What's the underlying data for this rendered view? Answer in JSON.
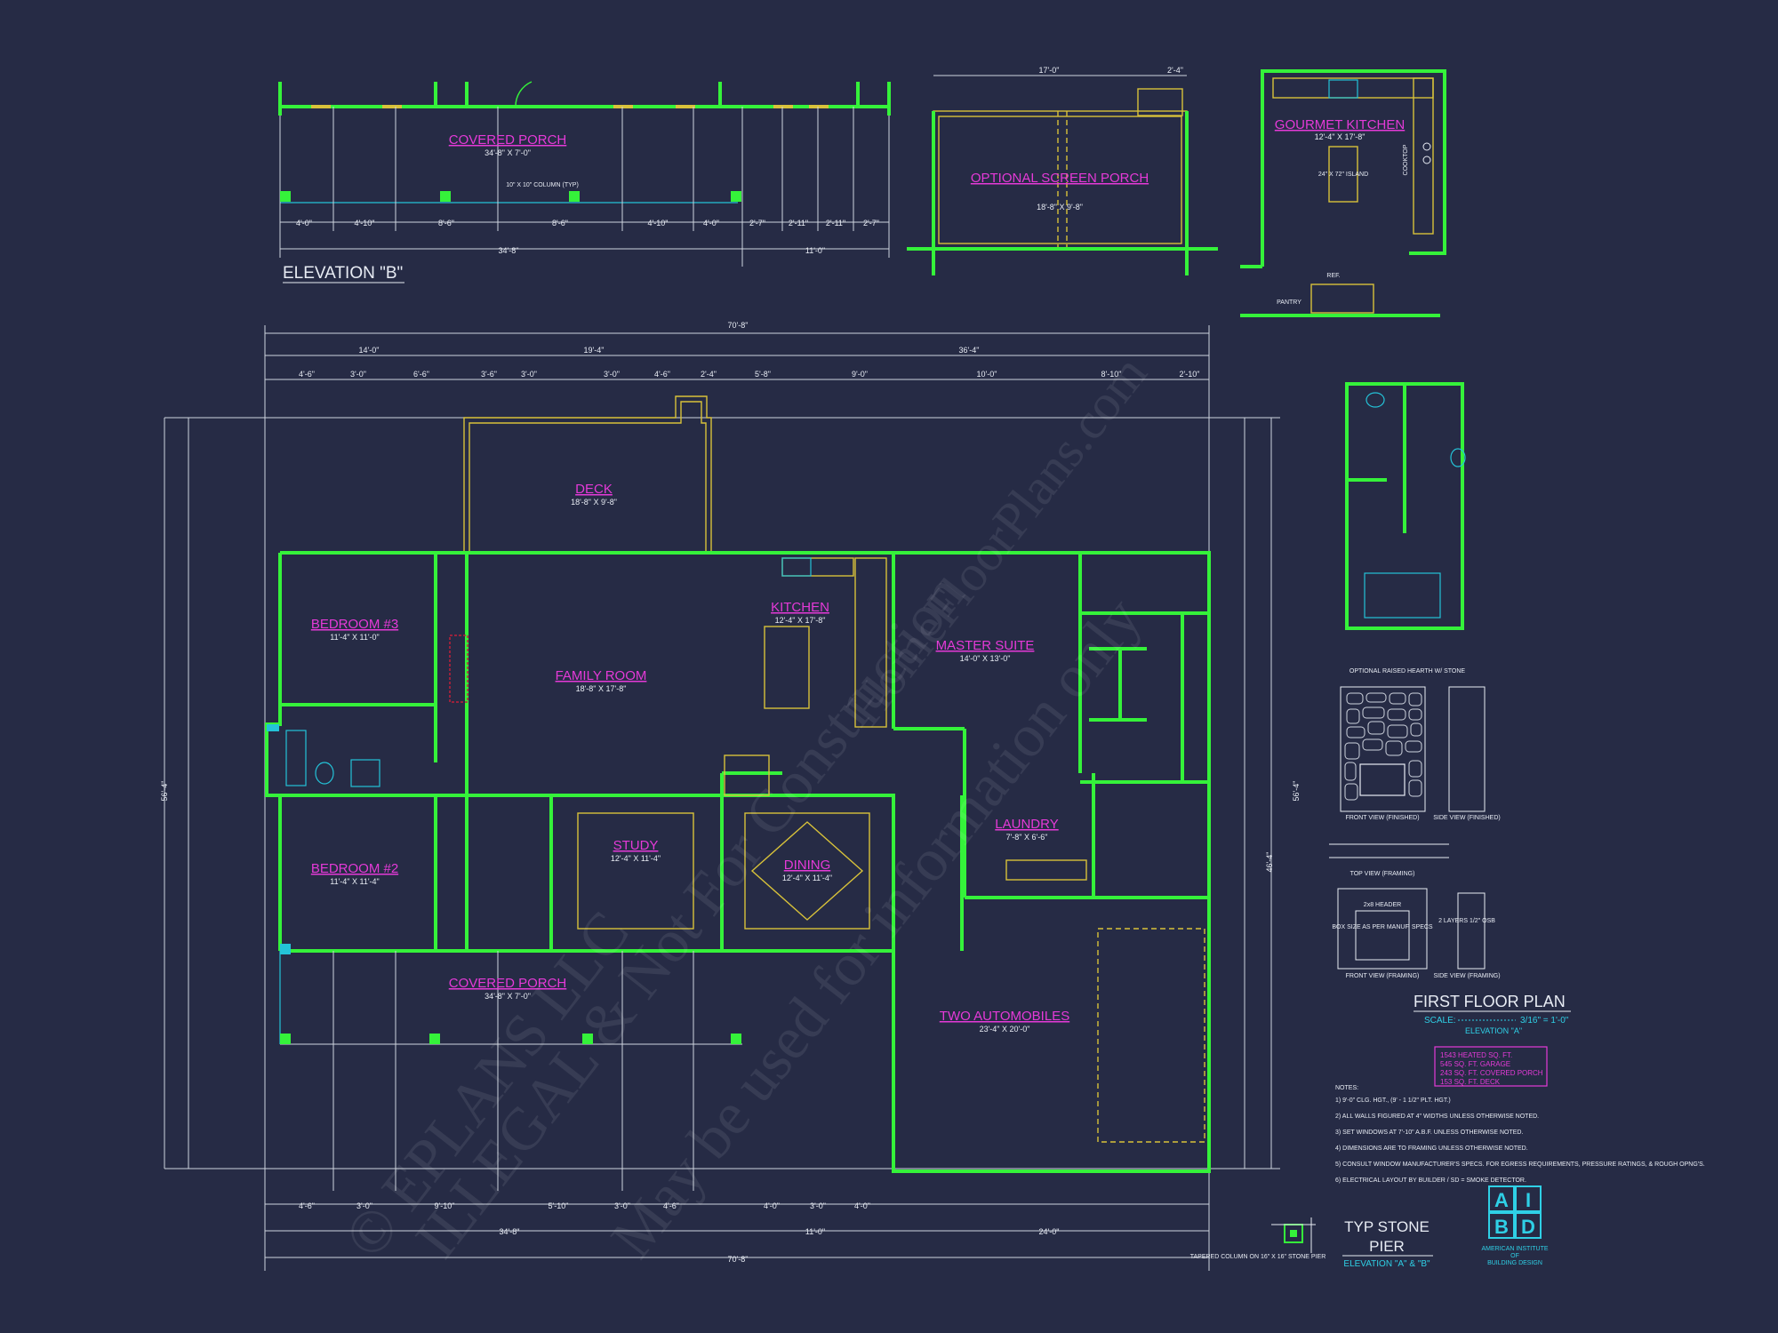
{
  "elevation_b": {
    "title": "ELEVATION \"B\"",
    "porch_name": "COVERED PORCH",
    "porch_size": "34'-8\" X 7'-0\"",
    "dims_bottom": [
      "4'-0\"",
      "4'-10\"",
      "8'-6\"",
      "8'-6\"",
      "4'-10\"",
      "4'-0\"",
      "2'-7\"",
      "2'-11\"",
      "2'-11\"",
      "2'-7\""
    ],
    "total_left": "34'-8\"",
    "total_right": "11'-0\"",
    "column_note": "10\" X 10\" COLUMN (TYP)"
  },
  "screen_porch": {
    "name": "OPTIONAL SCREEN PORCH",
    "size": "18'-8\" X 9'-8\"",
    "top_dim": "17'-0\"",
    "side_dim": "2'-4\""
  },
  "gourmet_kitchen": {
    "name": "GOURMET KITCHEN",
    "size": "12'-4\" X 17'-8\"",
    "island": "24\" X 72\" ISLAND",
    "pantry": "PANTRY",
    "ref": "REF.",
    "cooktop": "COOKTOP"
  },
  "rooms": {
    "deck": {
      "name": "DECK",
      "size": "18'-8\" X 9'-8\""
    },
    "bedroom3": {
      "name": "BEDROOM #3",
      "size": "11'-4\" X 11'-0\""
    },
    "family": {
      "name": "FAMILY ROOM",
      "size": "18'-8\" X 17'-8\""
    },
    "kitchen": {
      "name": "KITCHEN",
      "size": "12'-4\" X 17'-8\""
    },
    "master": {
      "name": "MASTER SUITE",
      "size": "14'-0\" X 13'-0\""
    },
    "laundry": {
      "name": "LAUNDRY",
      "size": "7'-8\" X 6'-6\""
    },
    "bedroom2": {
      "name": "BEDROOM #2",
      "size": "11'-4\" X 11'-4\""
    },
    "study": {
      "name": "STUDY",
      "size": "12'-4\" X 11'-4\""
    },
    "dining": {
      "name": "DINING",
      "size": "12'-4\" X 11'-4\""
    },
    "porch": {
      "name": "COVERED PORCH",
      "size": "34'-8\" X 7'-0\""
    },
    "garage": {
      "name": "TWO AUTOMOBILES",
      "size": "23'-4\" X 20'-0\""
    }
  },
  "plan_dims": {
    "overall": "70'-8\"",
    "top_row2": [
      "14'-0\"",
      "19'-4\"",
      "36'-4\""
    ],
    "top_row3": [
      "4'-6\"",
      "3'-0\"",
      "6'-6\"",
      "3'-6\"",
      "3'-0\"",
      "3'-0\"",
      "4'-6\"",
      "2'-4\"",
      "5'-8\"",
      "9'-0\"",
      "10'-0\"",
      "8'-10\"",
      "2'-10\""
    ],
    "bottom_row": [
      "4'-6\"",
      "3'-0\"",
      "9'-10\"",
      "5'-10\"",
      "3'-0\"",
      "4'-6\"",
      "4'-0\"",
      "3'-0\"",
      "4'-0\""
    ],
    "bottom_totals": [
      "34'-8\"",
      "11'-0\"",
      "24'-0\""
    ],
    "left_total": "56'-4\"",
    "right_total": "56'-4\"",
    "right_partial": "46'-4\""
  },
  "fireplace": {
    "title": "OPTIONAL RAISED HEARTH W/ STONE",
    "labels": [
      "FRONT VIEW (FINISHED)",
      "SIDE VIEW (FINISHED)",
      "TOP VIEW (FRAMING)",
      "FRONT VIEW (FRAMING)",
      "SIDE VIEW (FRAMING)",
      "2x8 HEADER",
      "BOX SIZE AS PER MANUF. SPECS",
      "2 LAYERS 1/2\" OSB"
    ]
  },
  "plan_title": {
    "title": "FIRST FLOOR PLAN",
    "scale_label": "SCALE:",
    "scale": "3/16\" = 1'-0\"",
    "elevation": "ELEVATION \"A\""
  },
  "areas": [
    "1543 HEATED SQ. FT.",
    "545 SQ. FT. GARAGE",
    "243 SQ. FT. COVERED PORCH",
    "153 SQ. FT. DECK"
  ],
  "notes": {
    "heading": "NOTES:",
    "items": [
      "1) 9'-0\" CLG. HGT., (9' - 1 1/2\" PLT. HGT.)",
      "2) ALL WALLS FIGURED AT 4\" WIDTHS UNLESS OTHERWISE NOTED.",
      "3) SET WINDOWS AT 7'-10\" A.B.F. UNLESS OTHERWISE NOTED.",
      "4) DIMENSIONS ARE TO FRAMING UNLESS OTHERWISE NOTED.",
      "5) CONSULT WINDOW MANUFACTURER'S SPECS. FOR EGRESS REQUIREMENTS, PRESSURE RATINGS, & ROUGH OPNG'S.",
      "6) ELECTRICAL LAYOUT BY BUILDER / SD = SMOKE DETECTOR."
    ]
  },
  "pier": {
    "title_1": "TYP STONE",
    "title_2": "PIER",
    "sub": "ELEVATION \"A\" & \"B\"",
    "note": "TAPERED COLUMN ON 16\" X 16\" STONE PIER"
  },
  "logo": {
    "letters": [
      "A",
      "I",
      "B",
      "D"
    ],
    "org_1": "AMERICAN INSTITUTE",
    "org_2": "OF",
    "org_3": "BUILDING DESIGN"
  },
  "watermark": {
    "line1": "© EPLANS LLC",
    "line2": "ILLEGAL & Not For Construction",
    "line3": "May be used for information only",
    "site": "HomeFloorPlans.com"
  },
  "colors": {
    "background": "#262b45",
    "wall": "#35f23a",
    "room_label": "#e53ad8",
    "dimension": "#e8ecf4",
    "cyan": "#2fd0e6",
    "trim": "#d8c23a"
  }
}
